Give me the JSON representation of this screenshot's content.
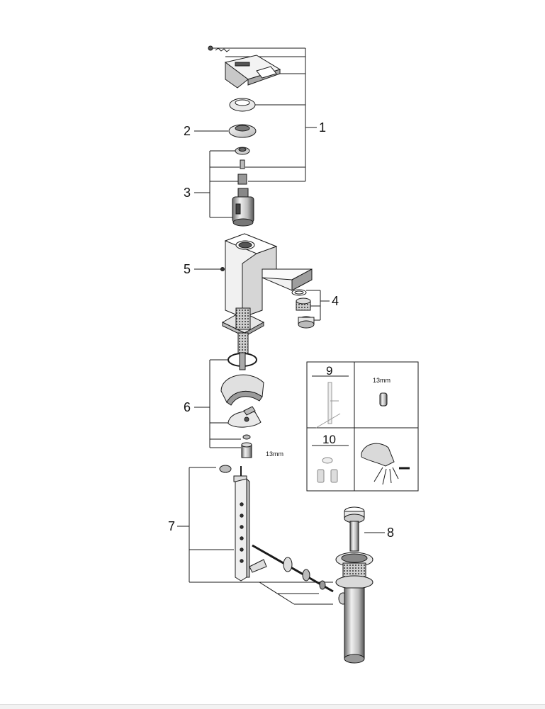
{
  "callouts": {
    "part_1": "1",
    "part_2": "2",
    "part_3": "3",
    "part_4": "4",
    "part_5": "5",
    "part_6": "6",
    "part_7": "7",
    "part_8": "8"
  },
  "tool_box": {
    "tool_9": "9",
    "wrench_size": "13mm",
    "tool_10": "10"
  },
  "nut_size_label": "13mm",
  "colors": {
    "line": "#1a1a1a",
    "part_fill": "#e6e6e6",
    "part_shade": "#9a9a9a",
    "part_dark": "#555555"
  }
}
